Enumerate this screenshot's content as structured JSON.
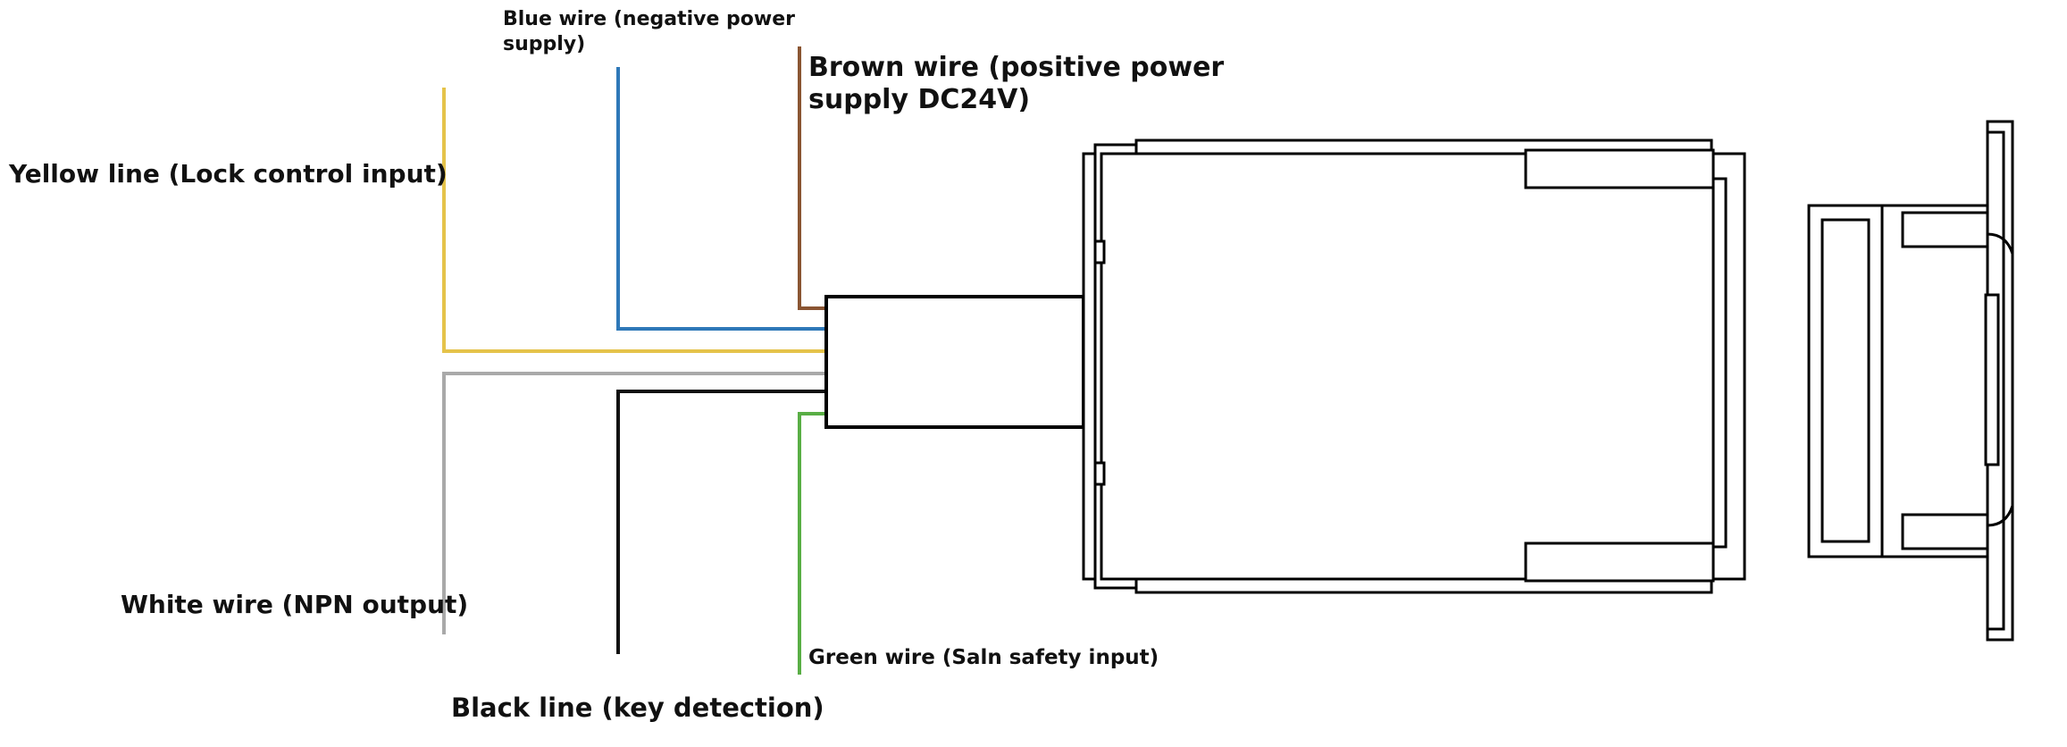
{
  "labels": {
    "blue": [
      "Blue wire (negative power",
      "supply)"
    ],
    "brown": [
      "Brown wire (positive power",
      "supply DC24V)"
    ],
    "yellow": "Yellow line (Lock control input)",
    "white": "White wire (NPN output)",
    "black": "Black line (key detection)",
    "green": "Green wire (Saln safety input)"
  },
  "colors": {
    "yellow": "#E5C34A",
    "blue": "#2E78B8",
    "brown": "#8A5532",
    "white": "#A9A9A9",
    "black": "#111111",
    "green": "#59AE45",
    "outline": "#000000"
  }
}
